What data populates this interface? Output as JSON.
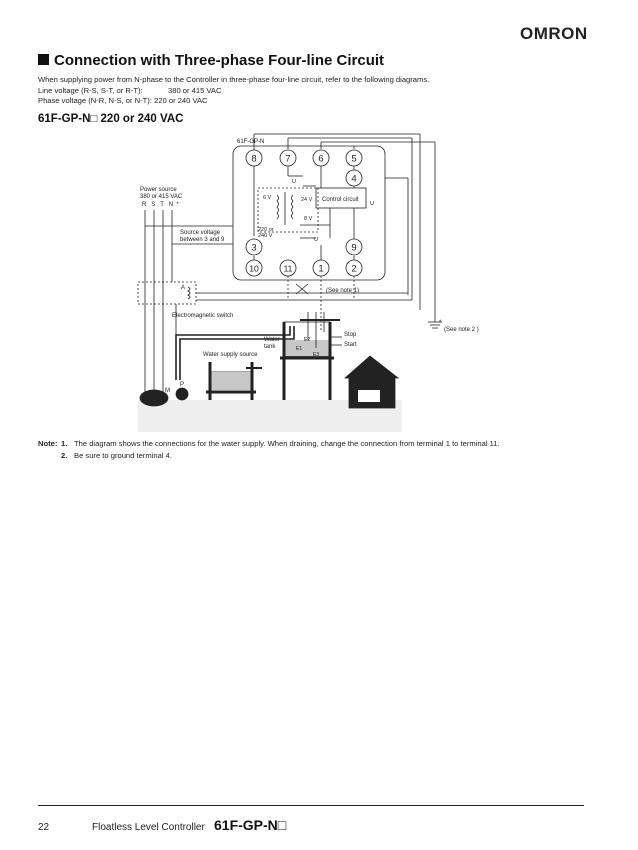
{
  "brand": "OMRON",
  "section": {
    "title": "Connection with Three-phase Four-line Circuit",
    "intro_line": "When supplying power from N-phase to the Controller in three-phase four-line circuit, refer to the following diagrams.",
    "line_voltage_label": "Line voltage (R-S, S-T, or R-T):",
    "line_voltage_value": "380 or 415 VAC",
    "phase_voltage_label": "Phase voltage (N-R, N-S, or N-T):",
    "phase_voltage_value": "220 or 240 VAC"
  },
  "model_heading": "61F-GP-N□ 220 or 240 VAC",
  "diagram": {
    "controller_label": "61F-GP-N",
    "terminals": [
      "8",
      "7",
      "6",
      "5",
      "4",
      "3",
      "9",
      "10",
      "11",
      "1",
      "2"
    ],
    "power_source_line1": "Power source",
    "power_source_line2": "380 or 415 VAC",
    "power_source_phases": "R   S   T   N  *",
    "source_voltage_line1": "Source voltage",
    "source_voltage_line2": "between 3 and 9",
    "v6": "6 V",
    "v24": "24 V",
    "v8": "8 V",
    "v220_line1": "220 or",
    "v220_line2": "240 V",
    "control_circuit": "Control circuit",
    "u_label": "U",
    "see_note1": "(See note 1)",
    "see_note2": "(See note 2 )",
    "star": "*",
    "contactor_label": "A",
    "electromagnetic_switch": "Electromagnetic switch",
    "water_tank_line1": "Water",
    "water_tank_line2": "tank",
    "water_supply_source": "Water supply source",
    "stop": "Stop",
    "start": "Start",
    "e1": "E1",
    "e2": "E2",
    "e3": "E3",
    "motor": "M",
    "pump": "P"
  },
  "notes": {
    "label": "Note:",
    "items": [
      {
        "num": "1.",
        "text": "The diagram shows the connections for the water supply. When draining, change the connection from terminal 1 to terminal 11."
      },
      {
        "num": "2.",
        "text": "Be sure to ground terminal 4."
      }
    ]
  },
  "footer": {
    "page": "22",
    "title": "Floatless Level Controller",
    "model": "61F-GP-N□"
  }
}
